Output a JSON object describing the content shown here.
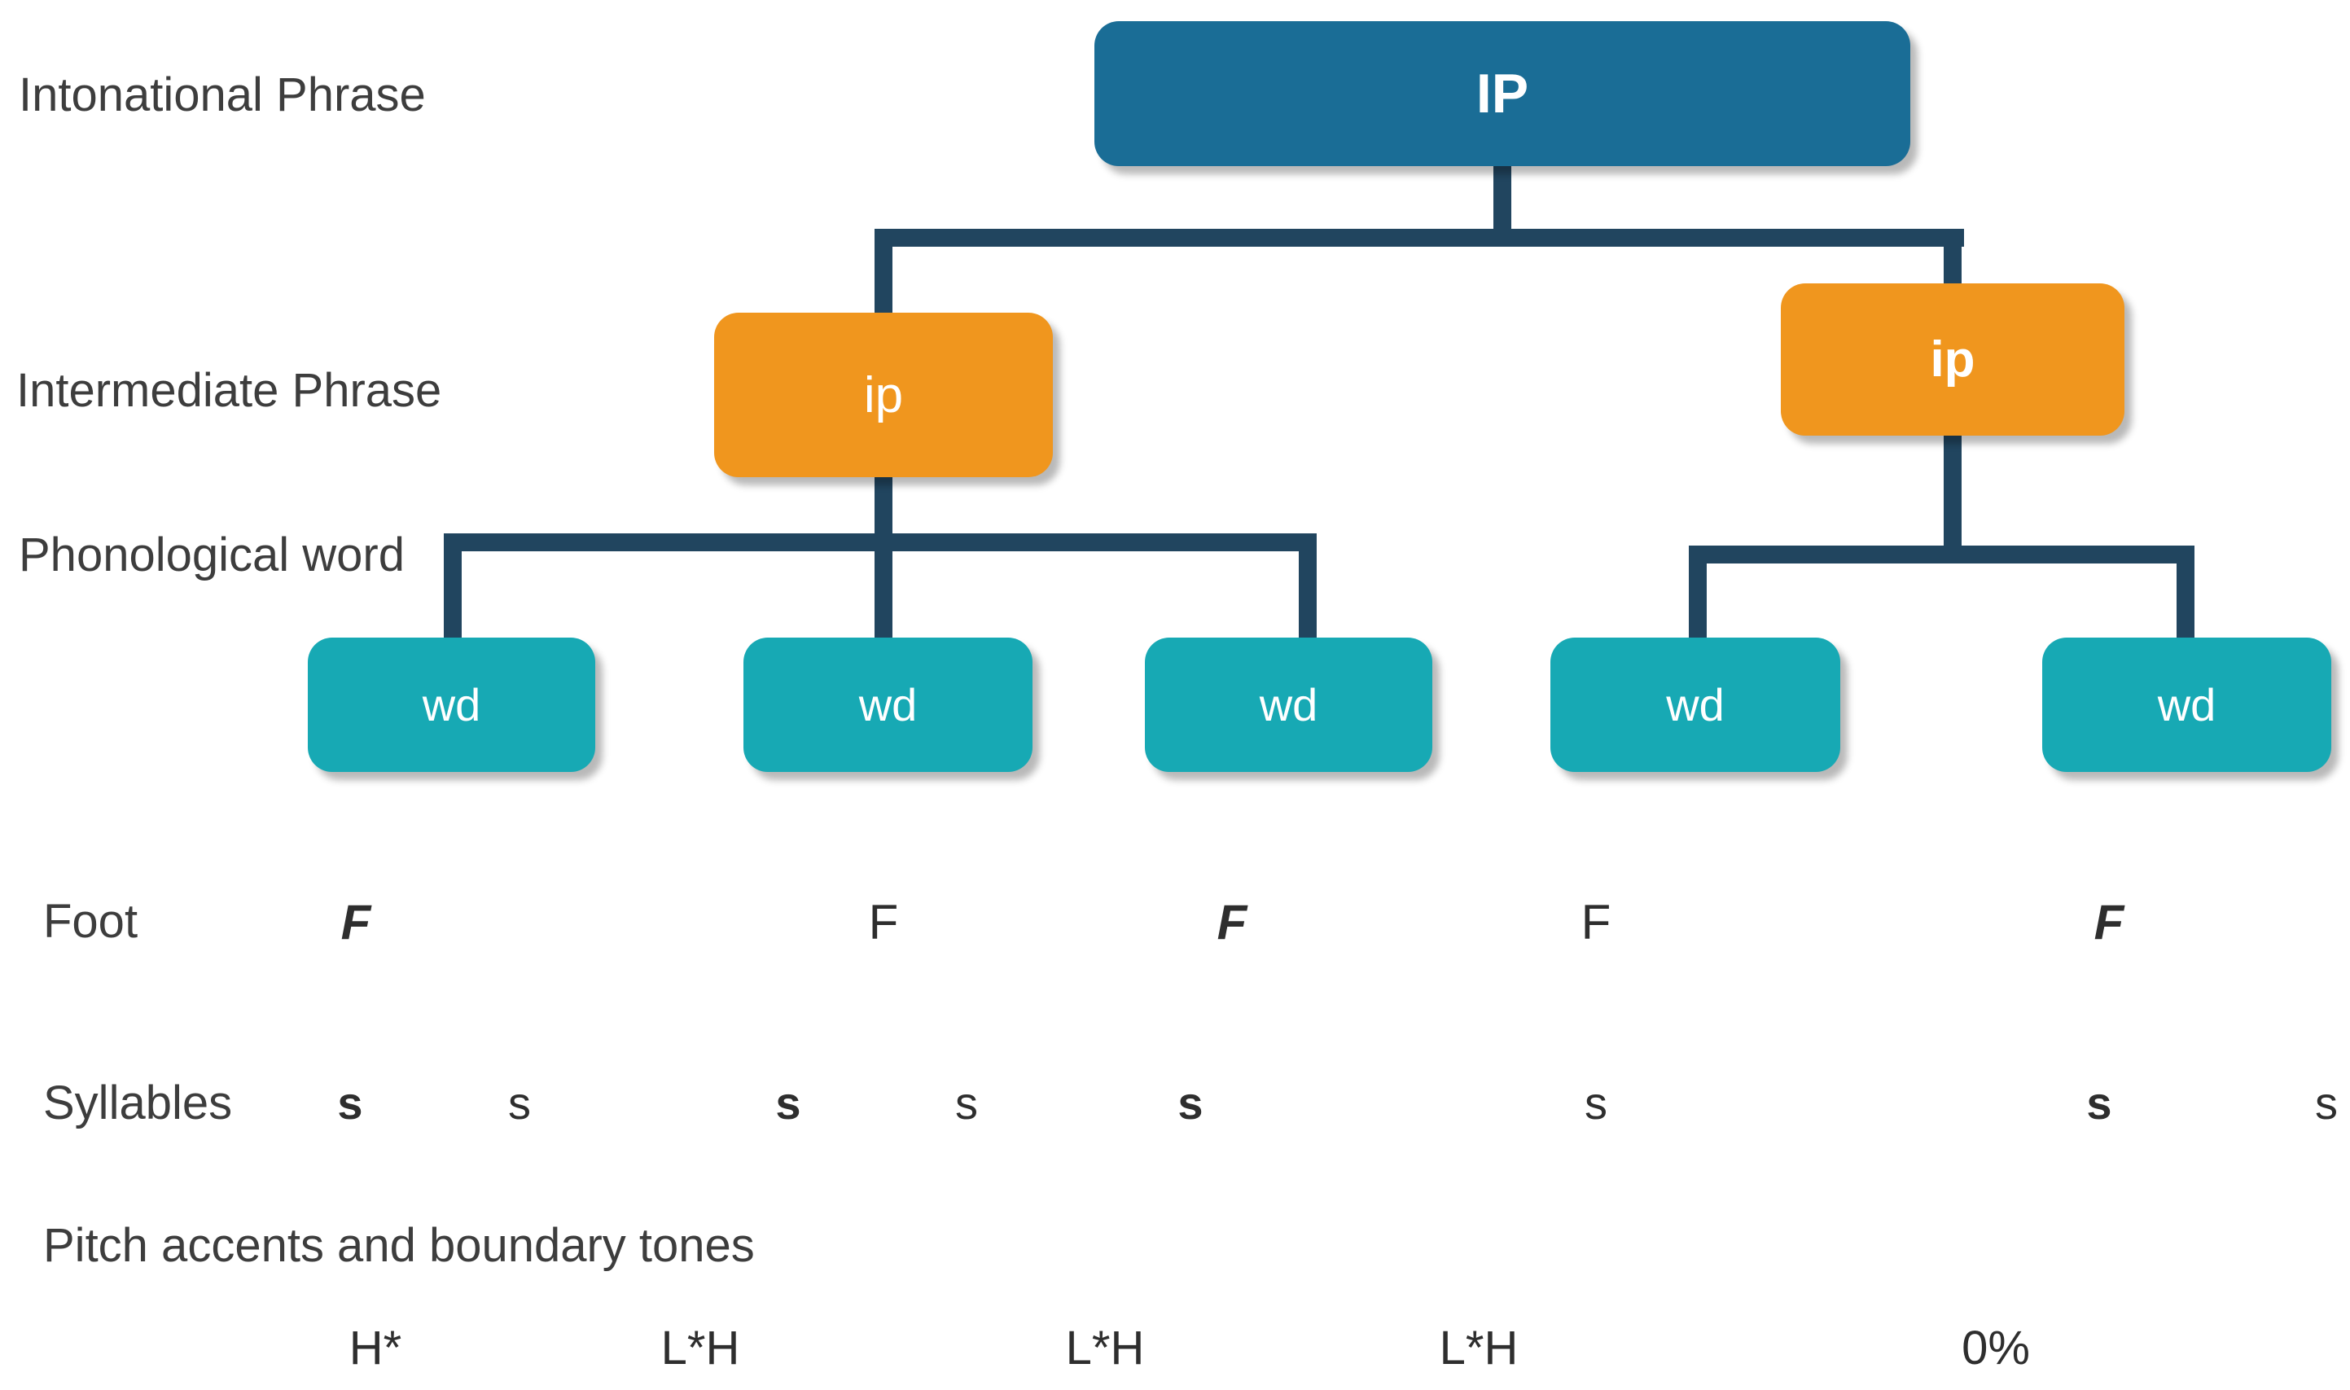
{
  "colors": {
    "ip_box": "#1A6D96",
    "intermediate_box": "#F0961E",
    "word_box": "#17A9B4",
    "connector": "#21455F",
    "label_text": "#3D3D3D",
    "box_text": "#FFFFFF"
  },
  "row_labels": {
    "intonational": "Intonational Phrase",
    "intermediate": "Intermediate Phrase",
    "phonological": "Phonological word",
    "foot": "Foot",
    "syllables": "Syllables",
    "pitch": "Pitch accents and boundary tones"
  },
  "tree": {
    "root": {
      "label": "IP"
    },
    "intermediate": [
      {
        "label": "ip"
      },
      {
        "label": "ip"
      }
    ],
    "words": [
      {
        "label": "wd"
      },
      {
        "label": "wd"
      },
      {
        "label": "wd"
      },
      {
        "label": "wd"
      },
      {
        "label": "wd"
      }
    ]
  },
  "feet": [
    {
      "text": "F",
      "stressed": true
    },
    {
      "text": "F",
      "stressed": false
    },
    {
      "text": "F",
      "stressed": true
    },
    {
      "text": "F",
      "stressed": false
    },
    {
      "text": "F",
      "stressed": true
    }
  ],
  "syllables": [
    {
      "text": "s",
      "stressed": true
    },
    {
      "text": "s",
      "stressed": false
    },
    {
      "text": "s",
      "stressed": true
    },
    {
      "text": "s",
      "stressed": false
    },
    {
      "text": "s",
      "stressed": true
    },
    {
      "text": "s",
      "stressed": false
    },
    {
      "text": "s",
      "stressed": true
    },
    {
      "text": "s",
      "stressed": false
    }
  ],
  "tones": [
    {
      "text": "H*"
    },
    {
      "text": "L*H"
    },
    {
      "text": "L*H"
    },
    {
      "text": "L*H"
    },
    {
      "text": "0%"
    }
  ]
}
